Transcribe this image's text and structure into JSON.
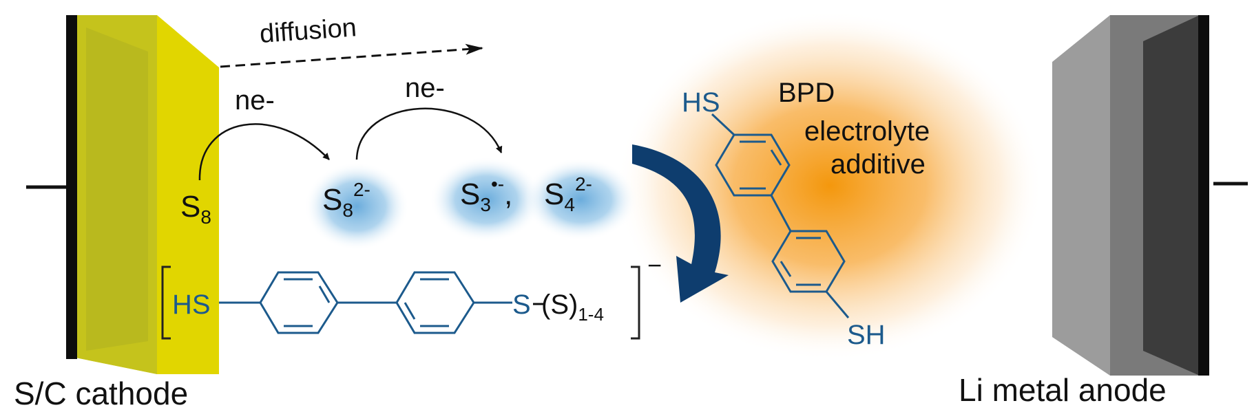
{
  "labels": {
    "cathode": "S/C cathode",
    "anode": "Li metal anode",
    "diffusion": "diffusion",
    "electron_1": "ne-",
    "electron_2": "ne-",
    "additive_name": "BPD",
    "additive_line1": "electrolyte",
    "additive_line2": "additive"
  },
  "species": {
    "s8": {
      "base": "S",
      "sub": "8"
    },
    "s8_dianion": {
      "base": "S",
      "sub": "8",
      "sup": "2-"
    },
    "s3_radical": {
      "base": "S",
      "sub": "3",
      "sup": "•-"
    },
    "separator": ",",
    "s4_dianion": {
      "base": "S",
      "sub": "4",
      "sup": "2-"
    }
  },
  "bpd_molecule": {
    "top_group": "HS",
    "bottom_group": "SH"
  },
  "adduct": {
    "left_group": "HS",
    "right_s": "S",
    "chain": "(S)",
    "chain_sub": "1-4",
    "charge": "−"
  },
  "colors": {
    "cathode_yellow": "#e1d600",
    "cathode_face": "#c5c31c",
    "current_collector": "#0d0d0d",
    "polysulfide_glow": "#7fb8e2",
    "additive_glow": "#f5a21a",
    "chemistry_blue": "#1c5a8c",
    "anode_gray": "#8c8c8c",
    "anode_dark": "#3c3c3c",
    "curved_arrow": "#0e3d6e"
  }
}
